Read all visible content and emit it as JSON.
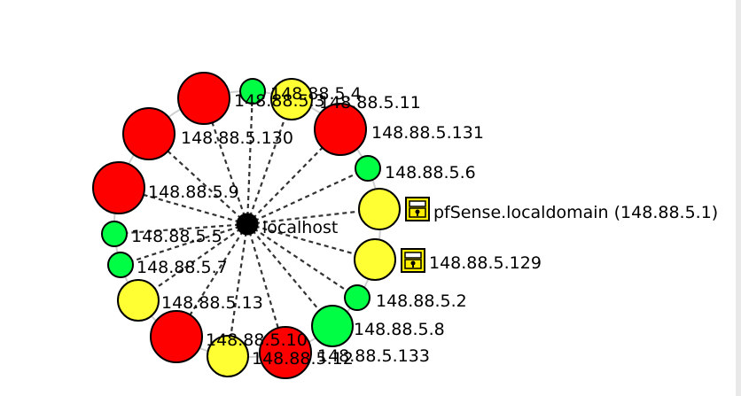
{
  "colors": {
    "down": "#ff0000",
    "warn": "#ffff33",
    "up": "#00ff44",
    "center": "#000000",
    "lock_body": "#ffee00"
  },
  "center": {
    "label": "localhost"
  },
  "hosts": [
    {
      "label": "148.88.5.4",
      "status": "up",
      "size": "small"
    },
    {
      "label": "148.88.5.11",
      "status": "warn",
      "size": "medium"
    },
    {
      "label": "148.88.5.131",
      "status": "down",
      "size": "large"
    },
    {
      "label": "148.88.5.6",
      "status": "up",
      "size": "small"
    },
    {
      "label": "pfSense.localdomain (148.88.5.1)",
      "status": "warn",
      "size": "medium",
      "icon": "lock-icon"
    },
    {
      "label": "148.88.5.129",
      "status": "warn",
      "size": "medium",
      "icon": "lock-icon"
    },
    {
      "label": "148.88.5.2",
      "status": "up",
      "size": "small"
    },
    {
      "label": "148.88.5.8",
      "status": "up",
      "size": "medium"
    },
    {
      "label": "148.88.5.133",
      "status": "down",
      "size": "large"
    },
    {
      "label": "148.88.5.12",
      "status": "warn",
      "size": "medium"
    },
    {
      "label": "148.88.5.10",
      "status": "down",
      "size": "large"
    },
    {
      "label": "148.88.5.13",
      "status": "warn",
      "size": "medium"
    },
    {
      "label": "148.88.5.7",
      "status": "up",
      "size": "small"
    },
    {
      "label": "148.88.5.5",
      "status": "up",
      "size": "small"
    },
    {
      "label": "148.88.5.9",
      "status": "down",
      "size": "large"
    },
    {
      "label": "148.88.5.130",
      "status": "down",
      "size": "large"
    },
    {
      "label": "148.88.5.3",
      "status": "down",
      "size": "large"
    }
  ]
}
